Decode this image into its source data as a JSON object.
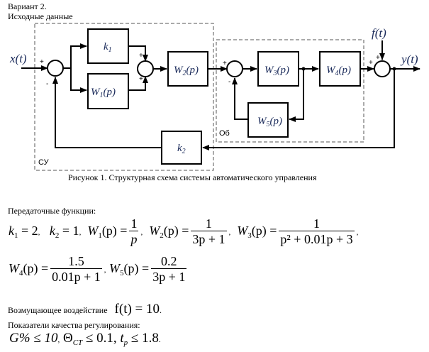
{
  "header": {
    "variant": "Вариант 2.",
    "initial_data": "Исходные данные"
  },
  "diagram": {
    "input_signal": "x(t)",
    "output_signal": "y(t)",
    "disturbance_signal": "f(t)",
    "zone_controller": "СУ",
    "zone_object": "Об",
    "blocks": {
      "k1": {
        "sym": "k",
        "sub": "1"
      },
      "k2": {
        "sym": "k",
        "sub": "2"
      },
      "W1": {
        "sym": "W",
        "sub": "1",
        "arg": "(p)"
      },
      "W2": {
        "sym": "W",
        "sub": "2",
        "arg": "(p)"
      },
      "W3": {
        "sym": "W",
        "sub": "3",
        "arg": "(p)"
      },
      "W4": {
        "sym": "W",
        "sub": "4",
        "arg": "(p)"
      },
      "W5": {
        "sym": "W",
        "sub": "5",
        "arg": "(p)"
      }
    },
    "signs": {
      "sum1_in": "+",
      "sum1_fb": "-",
      "sum2_top": "+",
      "sum2_bottom": "+",
      "sum3_in": "+",
      "sum3_fb": "-",
      "sum4_in": "+",
      "sum4_dist": "+"
    },
    "caption": "Рисунок 1. Структурная схема системы автоматического управления"
  },
  "transfer": {
    "heading": "Передаточные функции:",
    "k1": {
      "lhs": "k",
      "sub": "1",
      "rhs": "= 2"
    },
    "k2": {
      "lhs": "k",
      "sub": "2",
      "rhs": "= 1"
    },
    "W1": {
      "lhs": "W",
      "sub": "1",
      "arg": "(p) =",
      "num": "1",
      "den": "p"
    },
    "W2": {
      "lhs": "W",
      "sub": "2",
      "arg": "(p) =",
      "num": "1",
      "den": "3p + 1"
    },
    "W3": {
      "lhs": "W",
      "sub": "3",
      "arg": "(p) =",
      "num": "1",
      "den": "p² + 0.01p + 3"
    },
    "W4": {
      "lhs": "W",
      "sub": "4",
      "arg": "(p) =",
      "num": "1.5",
      "den": "0.01p + 1"
    },
    "W5": {
      "lhs": "W",
      "sub": "5",
      "arg": "(p) =",
      "num": "0.2",
      "den": "3p + 1"
    },
    "sep": ",",
    "end_comma": ","
  },
  "disturbance": {
    "label": "Возмущающее воздействие",
    "expr": "f(t) = 10",
    "end": "."
  },
  "quality": {
    "heading": "Показатели качества регулирования:",
    "overshoot": "G% ≤ 10",
    "static_error_sym": "Θ",
    "static_error_sub": "CT",
    "static_error_rhs": "≤ 0.1",
    "settling_sym": "t",
    "settling_sub": "p",
    "settling_rhs": "≤ 1.8",
    "sep": ",",
    "end": "."
  }
}
